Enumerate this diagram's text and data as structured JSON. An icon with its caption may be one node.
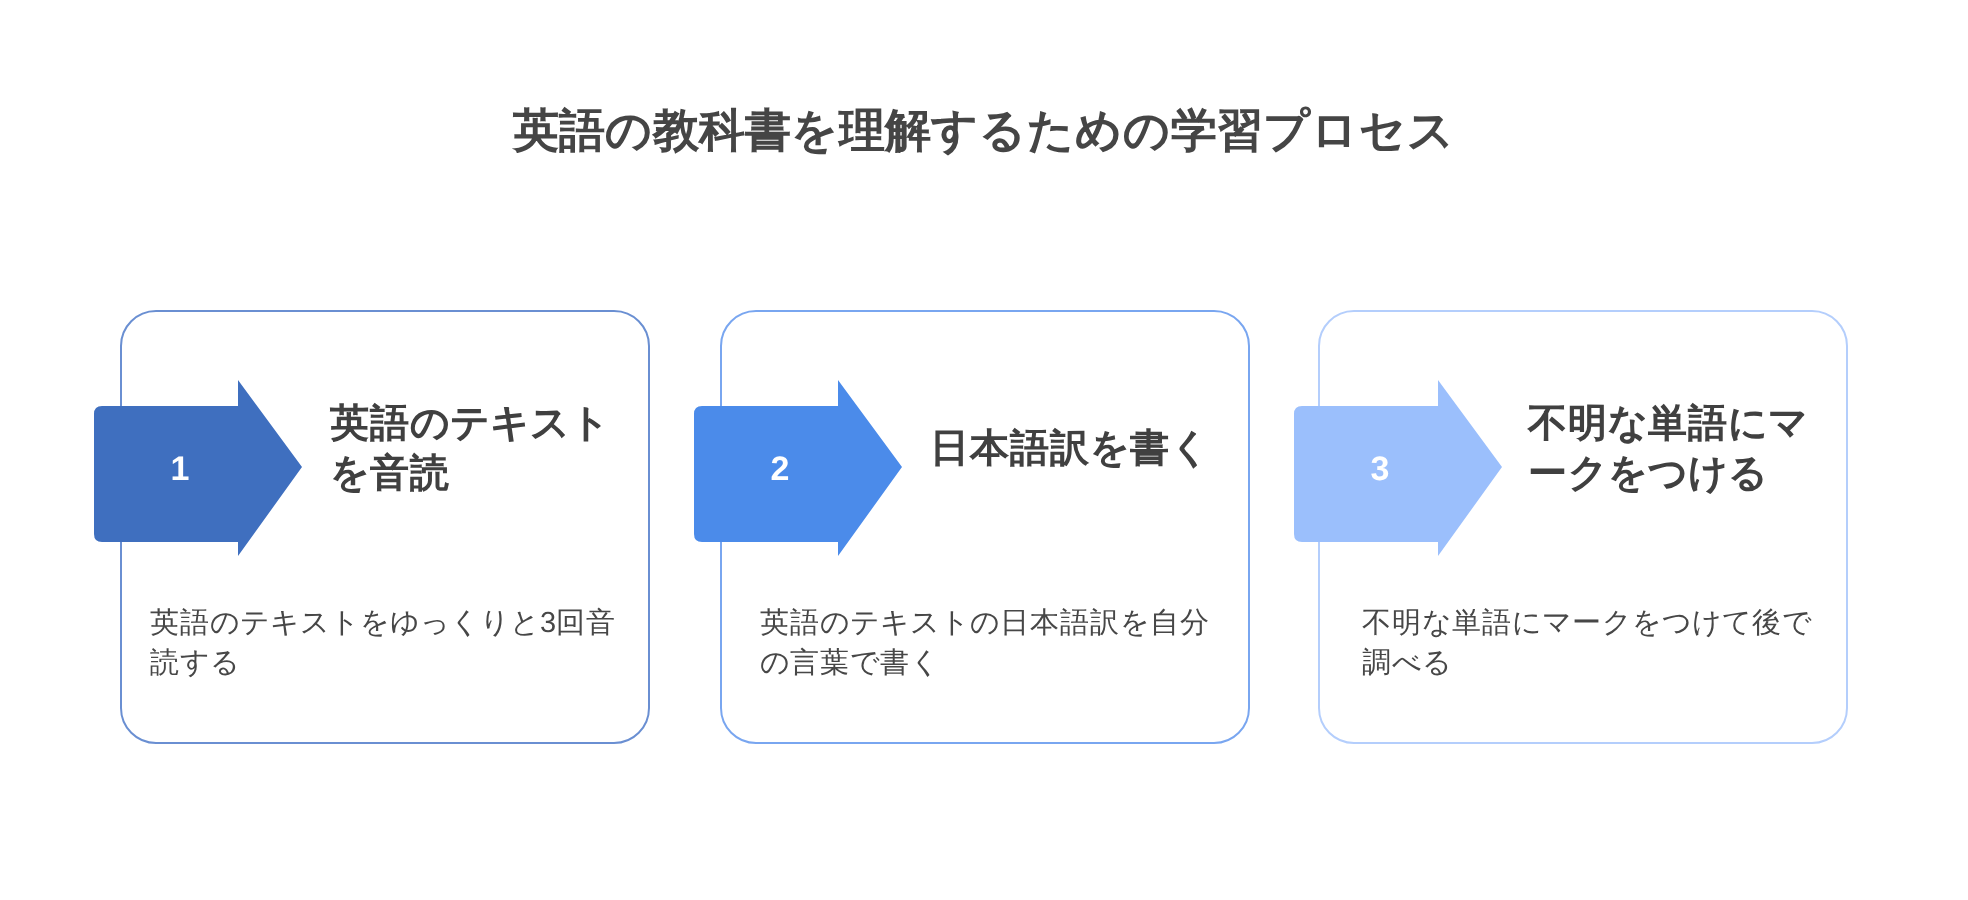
{
  "diagram": {
    "title": "英語の教科書を理解するための学習プロセス",
    "nodes": [
      {
        "text": [
          "英語のテキストを音読",
          "英語のテキストをゆっくりと3回音読する"
        ]
      },
      {
        "text": [
          "1"
        ]
      },
      {
        "text": [
          "日本語訳を書く",
          "英語のテキストの日本語訳を自分の言葉で書く"
        ]
      },
      {
        "text": [
          "2"
        ]
      },
      {
        "text": [
          "不明な単語にマークをつける",
          "不明な単語にマークをつけて後で調べる"
        ]
      },
      {
        "text": [
          "3"
        ]
      }
    ]
  }
}
